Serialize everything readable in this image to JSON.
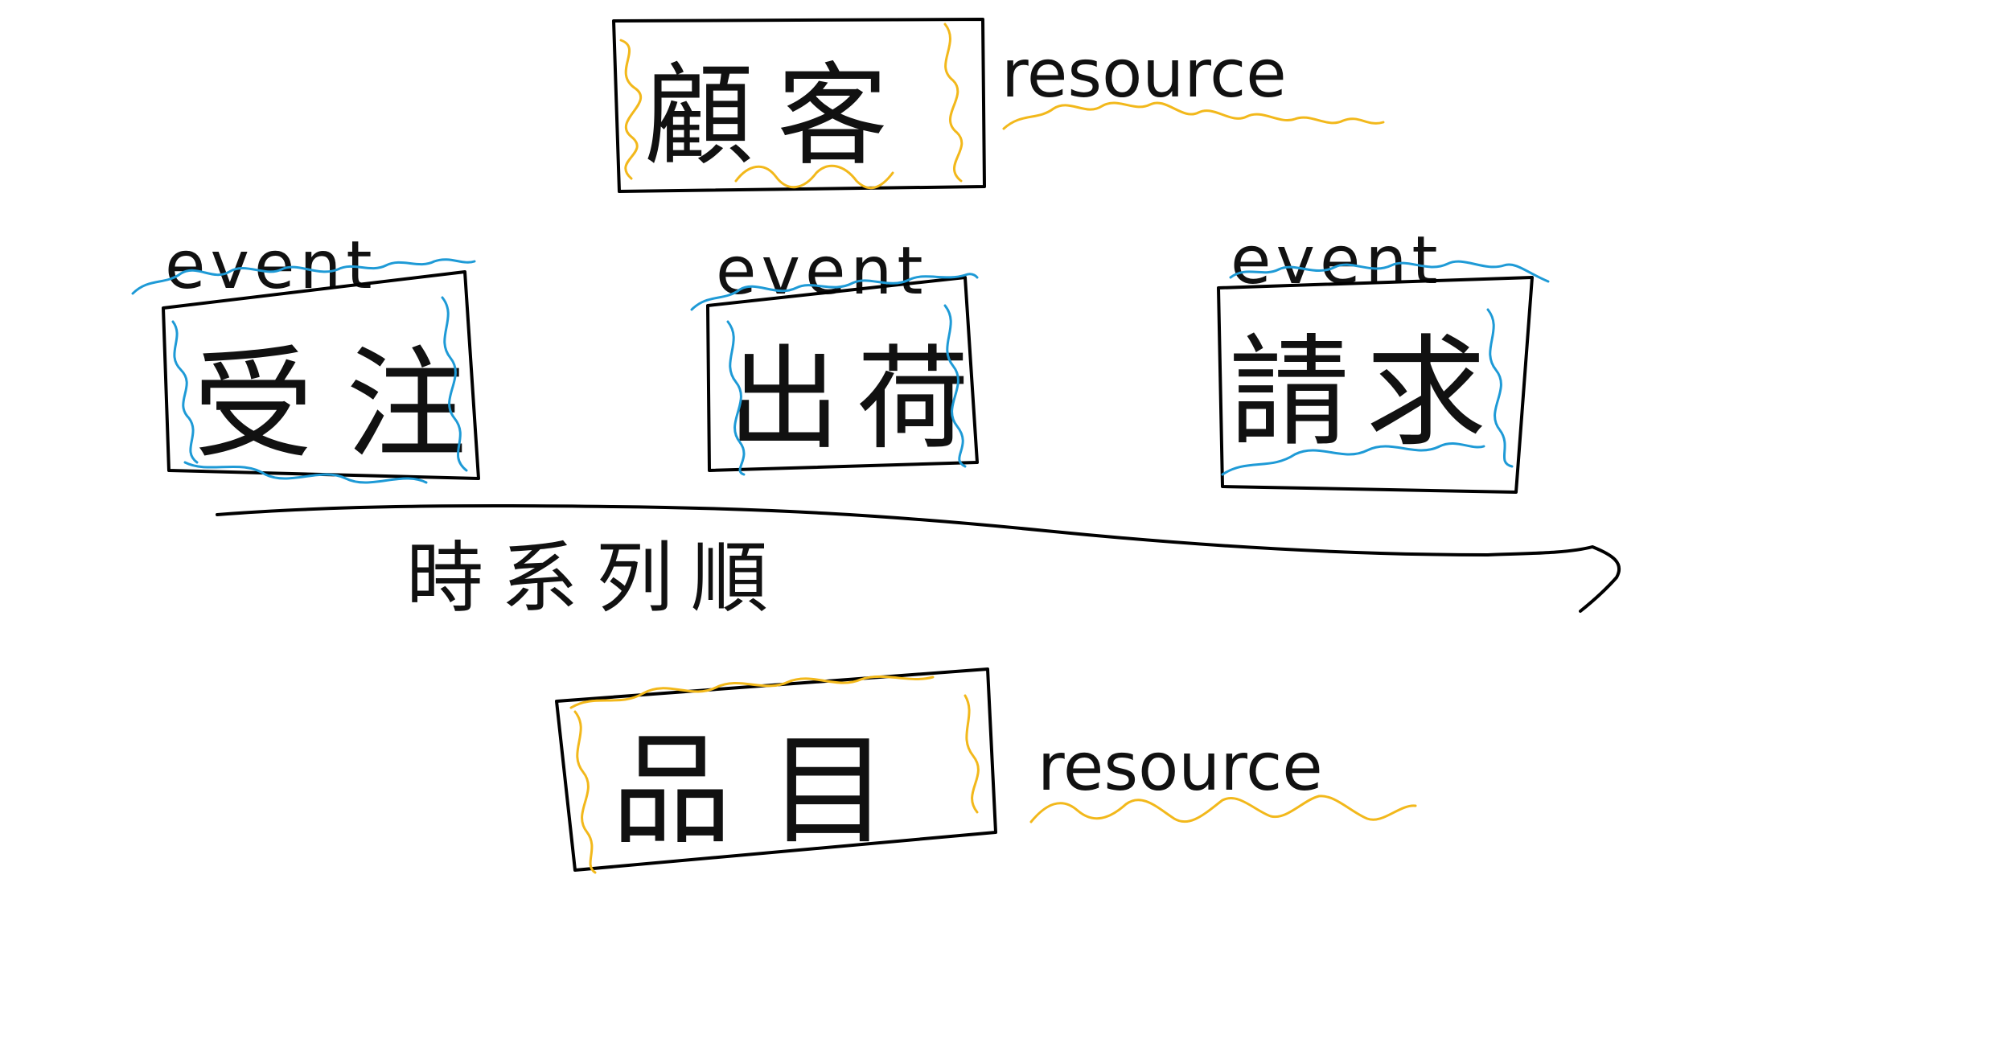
{
  "colors": {
    "ink": "#000000",
    "resource_highlight": "#f2b81b",
    "event_highlight": "#1e9ad6",
    "background": "#ffffff"
  },
  "resources": [
    {
      "id": "customer",
      "label": "顧客",
      "tag": "resource"
    },
    {
      "id": "product",
      "label": "品目",
      "tag": "resource"
    }
  ],
  "events": [
    {
      "id": "order",
      "label": "受注",
      "tag": "event"
    },
    {
      "id": "shipment",
      "label": "出荷",
      "tag": "event"
    },
    {
      "id": "billing",
      "label": "請求",
      "tag": "event"
    }
  ],
  "timeline": {
    "label": "時系列順"
  }
}
